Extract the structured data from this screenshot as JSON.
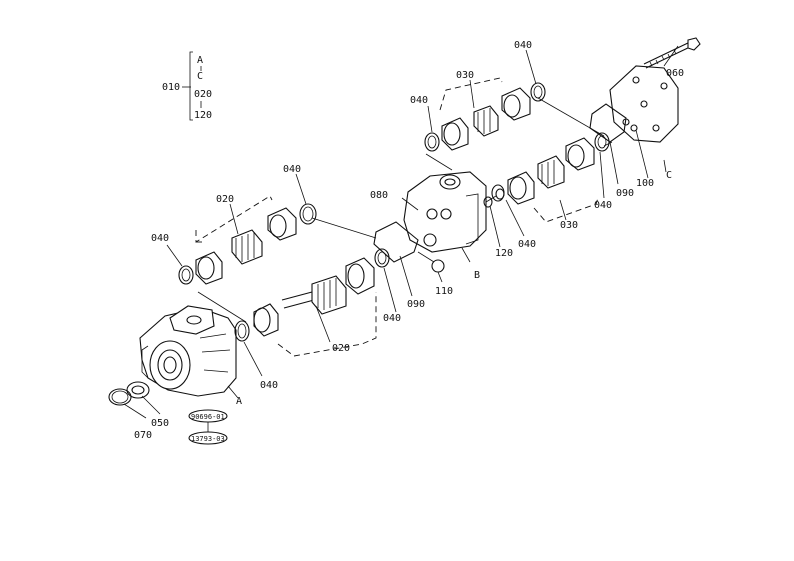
{
  "legend": {
    "parent": "010",
    "children": [
      "A",
      "C",
      "020",
      "120"
    ]
  },
  "callouts": {
    "c020_a": "020",
    "c020_b": "020",
    "c030_a": "030",
    "c030_b": "030",
    "c040_1": "040",
    "c040_2": "040",
    "c040_3": "040",
    "c040_4": "040",
    "c040_5": "040",
    "c040_6": "040",
    "c040_7": "040",
    "c040_8": "040",
    "c050": "050",
    "c060": "060",
    "c070": "070",
    "c080": "080",
    "c090_a": "090",
    "c090_b": "090",
    "c100": "100",
    "c110": "110",
    "c120": "120",
    "pA": "A",
    "pB": "B",
    "pC": "C"
  },
  "stamps": {
    "code1": "90696-01",
    "code2": "13793-03"
  }
}
